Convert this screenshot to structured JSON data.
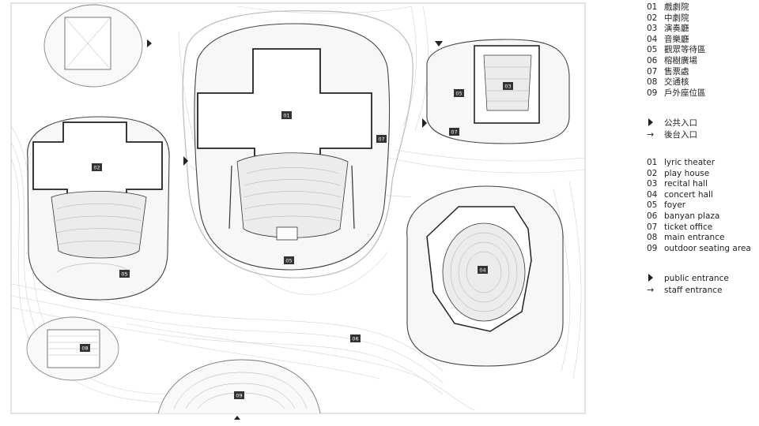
{
  "plan": {
    "room_labels": [
      {
        "id": "01",
        "text": "01"
      },
      {
        "id": "02",
        "text": "02"
      },
      {
        "id": "03",
        "text": "03"
      },
      {
        "id": "04",
        "text": "04"
      },
      {
        "id": "05a",
        "text": "05"
      },
      {
        "id": "05b",
        "text": "05"
      },
      {
        "id": "05c",
        "text": "05"
      },
      {
        "id": "06",
        "text": "06"
      },
      {
        "id": "07a",
        "text": "07"
      },
      {
        "id": "07b",
        "text": "07"
      },
      {
        "id": "08",
        "text": "08"
      },
      {
        "id": "09",
        "text": "09"
      }
    ]
  },
  "legend_zh": [
    {
      "num": "01",
      "label": "戲劇院"
    },
    {
      "num": "02",
      "label": "中劇院"
    },
    {
      "num": "03",
      "label": "演奏廳"
    },
    {
      "num": "04",
      "label": "音樂廳"
    },
    {
      "num": "05",
      "label": "觀眾等待區"
    },
    {
      "num": "06",
      "label": "榕樹廣場"
    },
    {
      "num": "07",
      "label": "售票處"
    },
    {
      "num": "08",
      "label": "交通核"
    },
    {
      "num": "09",
      "label": "戶外座位區"
    }
  ],
  "entrances_zh": {
    "public": "公共入口",
    "staff": "後台入口"
  },
  "legend_en": [
    {
      "num": "01",
      "label": "lyric theater"
    },
    {
      "num": "02",
      "label": "play house"
    },
    {
      "num": "03",
      "label": "recital hall"
    },
    {
      "num": "04",
      "label": "concert hall"
    },
    {
      "num": "05",
      "label": "foyer"
    },
    {
      "num": "06",
      "label": "banyan plaza"
    },
    {
      "num": "07",
      "label": "ticket office"
    },
    {
      "num": "08",
      "label": "main entrance"
    },
    {
      "num": "09",
      "label": "outdoor seating area"
    }
  ],
  "entrances_en": {
    "public": "public entrance",
    "staff": "staff entrance"
  },
  "icons": {
    "public_entrance": "filled-triangle-icon",
    "staff_entrance": "arrow-right-icon"
  }
}
